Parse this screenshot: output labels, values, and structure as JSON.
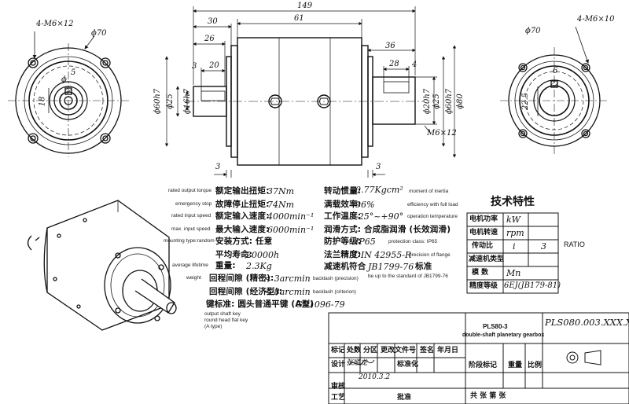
{
  "dims": {
    "left_holes": "4-M6×12",
    "left_dia70": "ϕ70",
    "left_5": "5",
    "left_18": "18",
    "left_phi": "ϕ",
    "top_149": "149",
    "top_61": "61",
    "top_30": "30",
    "top_26": "26",
    "top_3a": "3",
    "top_20": "20",
    "top_36": "36",
    "top_28": "28",
    "top_4": "4",
    "v_60h7": "ϕ60h7",
    "v_25": "ϕ25",
    "v_16h7": "ϕ16h7",
    "v_20h7": "ϕ20h7",
    "v_25r": "ϕ25",
    "v_60h7r": "ϕ60h7",
    "v_80": "ϕ80",
    "m6x12": "M6×12",
    "bot_3l": "3",
    "bot_3r": "3",
    "right_holes": "4-M6×10",
    "right_dia70": "ϕ70",
    "right_6": "6",
    "right_225": "22.5"
  },
  "specs": {
    "rows": [
      {
        "en": "rated output torque",
        "zh": "额定输出扭矩:",
        "val": "37Nm"
      },
      {
        "en": "emergency stop",
        "zh": "故障停止扭矩:",
        "val": "74Nm"
      },
      {
        "en": "rated input speed",
        "zh": "额定输入速度:",
        "val": "4000min⁻¹"
      },
      {
        "en": "max. input speed",
        "zh": "最大输入速度:",
        "val": "6000min⁻¹"
      },
      {
        "en": "mounting type:random",
        "zh": "安装方式: 任意",
        "val": ""
      },
      {
        "en": "",
        "zh": "平均寿命:",
        "val": "20000h"
      },
      {
        "en": "average lifetime",
        "zh": "重量:",
        "val": "2.3Kg"
      },
      {
        "en": "weight",
        "zh": "回程间隙 (精密):",
        "val": "< 3arcmin"
      },
      {
        "en": "",
        "zh": "回程间隙 (经济型):",
        "val": "< 8arcmin"
      },
      {
        "en": "",
        "zh": "键标准: 圆头普通平键 (A型)",
        "val": "GB1096-79"
      }
    ],
    "right_rows": [
      {
        "zh": "转动惯量:",
        "val": "0.77Kgcm²",
        "en": "moment of inertia"
      },
      {
        "zh": "满载效率:",
        "val": "96%",
        "en": "efficiency with full load"
      },
      {
        "zh": "工作温度:",
        "val": "-25°~+90°",
        "en": "operation temperature"
      },
      {
        "zh": "润滑方式: 合成脂润滑 (长效润滑)",
        "val": "",
        "en": ""
      },
      {
        "zh": "防护等级:",
        "val": "IP65",
        "en": "protection class: IP65"
      },
      {
        "zh": "法兰精度:",
        "val": "DIN 42955-R",
        "en": "precision of flange"
      },
      {
        "zh": "减速机符合",
        "val": "JB1799-76",
        "en": "be up to the standard of JB1799-76"
      }
    ],
    "lubrication_tail": "标准",
    "backlash_precision": "backlash (precision)",
    "backlash_criterion": "backlash (criterion)",
    "key_note": [
      "output shaft key",
      "round head flat key",
      "(A type)"
    ]
  },
  "tech": {
    "title": "技术特性",
    "ratio_label": "RATIO",
    "rows": [
      {
        "label": "电机功率",
        "unit": "kW",
        "value": ""
      },
      {
        "label": "电机转速",
        "unit": "rpm",
        "value": ""
      },
      {
        "label": "传动比",
        "unit": "i",
        "value": "3"
      },
      {
        "label": "减速机类型",
        "unit": "",
        "value": ""
      },
      {
        "label": "模    数",
        "unit": "Mn",
        "value": ""
      },
      {
        "label": "精度等级",
        "unit": "6EJ(JB179-81)",
        "value": ""
      }
    ]
  },
  "title_block": {
    "model": "PLS80-3",
    "desc": "double-shaft planetary gearbox",
    "drawing_no": "PLS080.003.XXX.XX",
    "header": [
      "标记",
      "处数",
      "分区",
      "更改文件号",
      "签名",
      "年月日"
    ],
    "design": "设计",
    "designer_sig": "张顺龙",
    "standard": "标准化",
    "date": "2010.3.2",
    "stage": "阶段标记",
    "weight": "重量",
    "scale": "比例",
    "check": "审核",
    "process": "工艺",
    "approve": "批准",
    "sheets": "共    张 第    张"
  }
}
